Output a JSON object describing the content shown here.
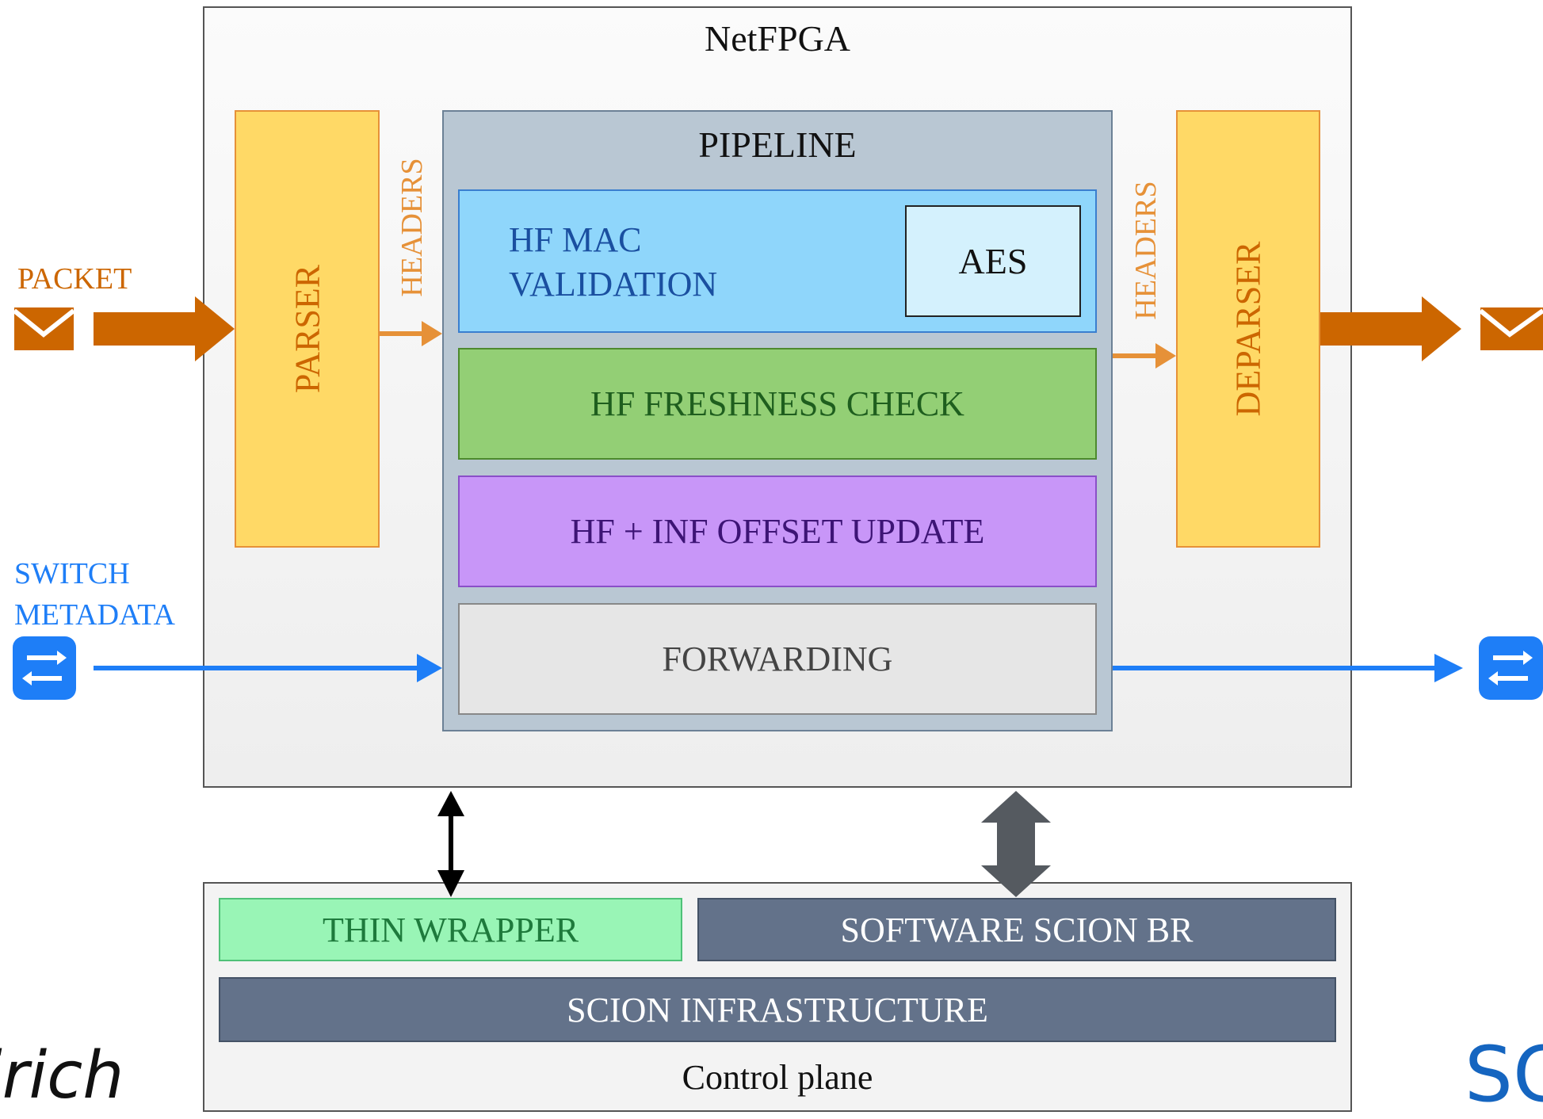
{
  "title": "NetFPGA",
  "parser": "PARSER",
  "deparser": "DEPARSER",
  "headers_in": "HEADERS",
  "headers_out": "HEADERS",
  "pipeline": {
    "title": "PIPELINE",
    "hf_mac": {
      "line1": "HF MAC",
      "line2": "VALIDATION",
      "aes": "AES"
    },
    "freshness": "HF FRESHNESS CHECK",
    "offset": "HF + INF OFFSET UPDATE",
    "forwarding": "FORWARDING"
  },
  "inputs": {
    "packet": "PACKET",
    "switch_line1": "SWITCH",
    "switch_line2": "METADATA"
  },
  "control_plane": {
    "thin_wrapper": "THIN WRAPPER",
    "software_br": "SOFTWARE SCION BR",
    "infrastructure": "SCION INFRASTRUCTURE",
    "label": "Control plane"
  },
  "logos": {
    "left": "irich",
    "right": "SC"
  },
  "icons": [
    "envelope-icon",
    "switch-icon"
  ],
  "colors": {
    "orange": "#cc6600",
    "blue": "#1e7ef7",
    "parser_fill": "#ffd966"
  }
}
